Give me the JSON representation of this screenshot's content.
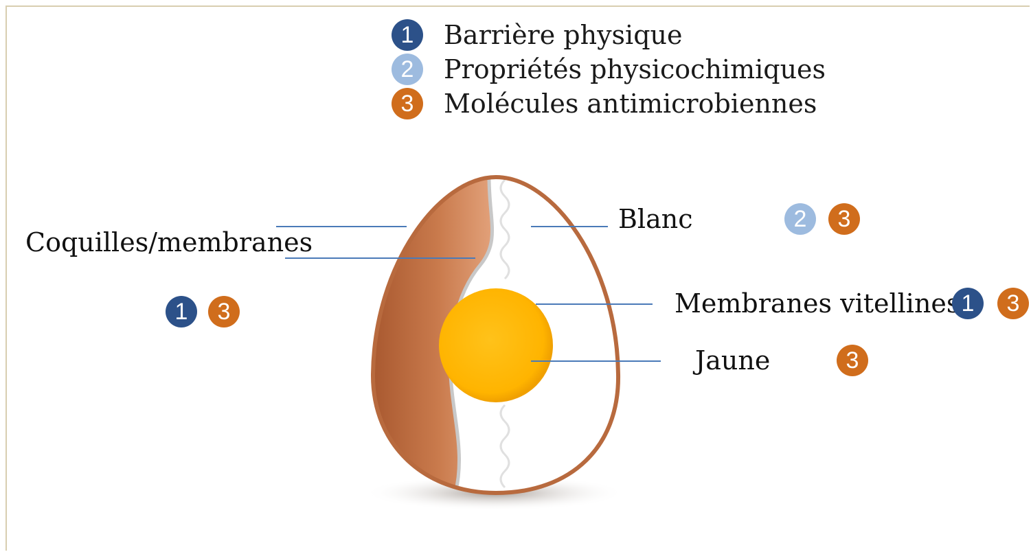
{
  "legend": [
    {
      "number": "1",
      "text": "Barrière physique",
      "color": "#2c5189"
    },
    {
      "number": "2",
      "text": "Propriétés physicochimiques",
      "color": "#9dbbdf"
    },
    {
      "number": "3",
      "text": "Molécules antimicrobiennes",
      "color": "#d06d1c"
    }
  ],
  "labels": {
    "shell": "Coquilles/membranes",
    "white": "Blanc",
    "vitelline": "Membranes vitellines",
    "yolk": "Jaune"
  },
  "badges": {
    "shell": [
      "1",
      "3"
    ],
    "white": [
      "2",
      "3"
    ],
    "vitelline": [
      "1",
      "3"
    ],
    "yolk": [
      "3"
    ]
  }
}
